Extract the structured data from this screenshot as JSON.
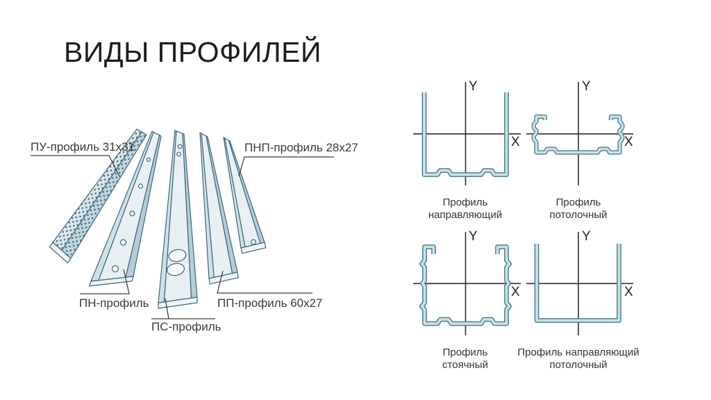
{
  "slide": {
    "title": "ВИДЫ ПРОФИЛЕЙ"
  },
  "iso_labels": {
    "pu": "ПУ-профиль 31x31",
    "pnp": "ПНП-профиль 28x27",
    "pn": "ПН-профиль",
    "pp": "ПП-профиль 60x27",
    "ps": "ПС-профиль"
  },
  "sections": {
    "guide": {
      "line1": "Профиль",
      "line2": "направляющий",
      "x": "X",
      "y": "Y"
    },
    "ceiling": {
      "line1": "Профиль",
      "line2": "потолочный",
      "x": "X",
      "y": "Y"
    },
    "stud": {
      "line1": "Профиль",
      "line2": "стоячный",
      "x": "X",
      "y": "Y"
    },
    "guide_ceiling": {
      "line1": "Профиль направляющий",
      "line2": "потолочный",
      "x": "X",
      "y": "Y"
    }
  },
  "colors": {
    "metal_fill_light": "#c9e1ea",
    "metal_outline": "#527d8d",
    "iso_stroke": "#3f6577",
    "iso_web": "#e8f0f4",
    "iso_flange_light": "#cfe0e8",
    "iso_flange_dark": "#b5cdd9",
    "axis": "#2b2b2b",
    "text": "#333333"
  }
}
